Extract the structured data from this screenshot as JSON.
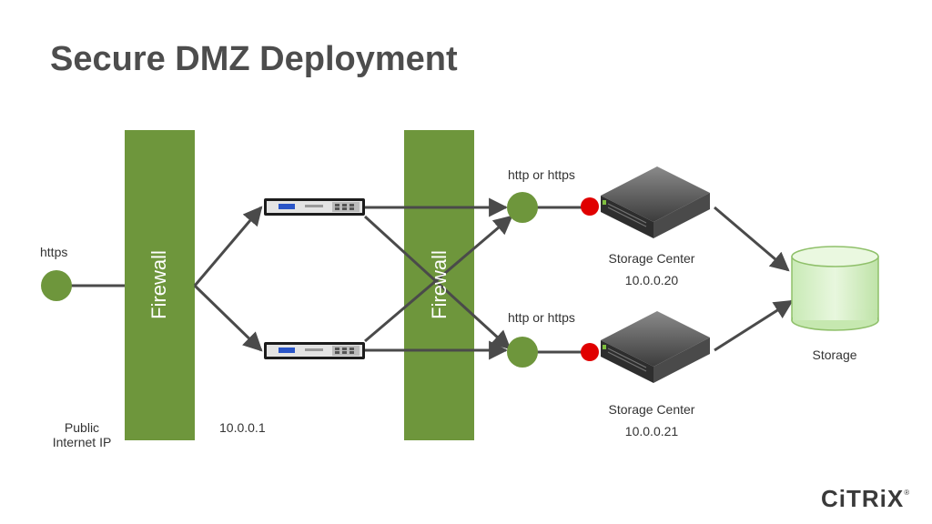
{
  "title": "Secure DMZ Deployment",
  "labels": {
    "https": "https",
    "public_ip": "Public\nInternet IP",
    "internal_ip": "10.0.0.1",
    "firewall_left": "Firewall",
    "firewall_right": "Firewall",
    "http_top": "http or https",
    "http_bottom": "http or https",
    "storage_center_top": "Storage Center",
    "storage_center_top_ip": "10.0.0.20",
    "storage_center_bottom": "Storage Center",
    "storage_center_bottom_ip": "10.0.0.21",
    "storage": "Storage"
  },
  "logo": {
    "text": "CiTRiX",
    "mark": "®"
  },
  "colors": {
    "firewall": "#6e963c",
    "node": "#6e963c",
    "connector": "#e00000",
    "storage_fill": "#d8f0c8",
    "line": "#4a4a4a"
  }
}
